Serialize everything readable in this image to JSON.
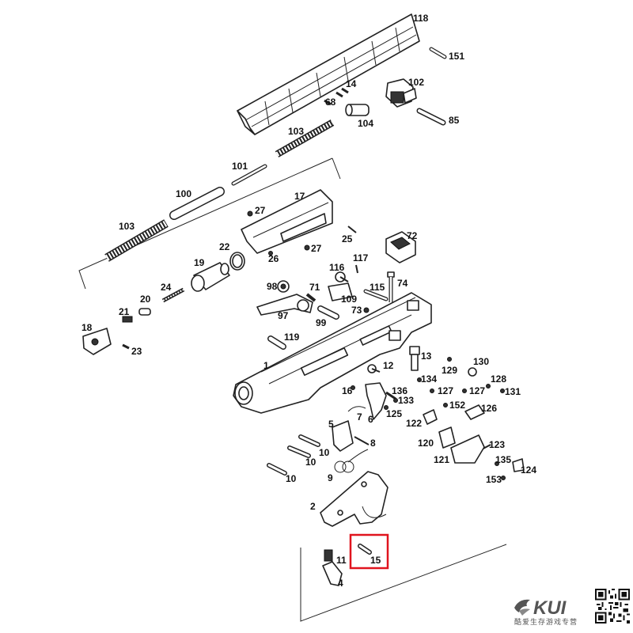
{
  "highlight": {
    "part": "15"
  },
  "brand": {
    "name": "KUI",
    "slogan": "酷爱生存游戏专营"
  },
  "labels": [
    {
      "id": "118",
      "text": "118"
    },
    {
      "id": "151",
      "text": "151"
    },
    {
      "id": "102",
      "text": "102"
    },
    {
      "id": "14",
      "text": "14"
    },
    {
      "id": "68",
      "text": "68"
    },
    {
      "id": "104",
      "text": "104"
    },
    {
      "id": "85",
      "text": "85"
    },
    {
      "id": "103a",
      "text": "103"
    },
    {
      "id": "101",
      "text": "101"
    },
    {
      "id": "100",
      "text": "100"
    },
    {
      "id": "17",
      "text": "17"
    },
    {
      "id": "27a",
      "text": "27"
    },
    {
      "id": "103b",
      "text": "103"
    },
    {
      "id": "72",
      "text": "72"
    },
    {
      "id": "25",
      "text": "25"
    },
    {
      "id": "22",
      "text": "22"
    },
    {
      "id": "27b",
      "text": "27"
    },
    {
      "id": "26",
      "text": "26"
    },
    {
      "id": "19",
      "text": "19"
    },
    {
      "id": "116",
      "text": "116"
    },
    {
      "id": "117",
      "text": "117"
    },
    {
      "id": "24",
      "text": "24"
    },
    {
      "id": "98",
      "text": "98"
    },
    {
      "id": "71",
      "text": "71"
    },
    {
      "id": "115",
      "text": "115"
    },
    {
      "id": "74",
      "text": "74"
    },
    {
      "id": "20",
      "text": "20"
    },
    {
      "id": "109",
      "text": "109"
    },
    {
      "id": "21",
      "text": "21"
    },
    {
      "id": "73",
      "text": "73"
    },
    {
      "id": "97",
      "text": "97"
    },
    {
      "id": "99",
      "text": "99"
    },
    {
      "id": "18",
      "text": "18"
    },
    {
      "id": "23",
      "text": "23"
    },
    {
      "id": "119",
      "text": "119"
    },
    {
      "id": "13",
      "text": "13"
    },
    {
      "id": "1",
      "text": "1"
    },
    {
      "id": "12",
      "text": "12"
    },
    {
      "id": "129",
      "text": "129"
    },
    {
      "id": "130",
      "text": "130"
    },
    {
      "id": "134",
      "text": "134"
    },
    {
      "id": "128",
      "text": "128"
    },
    {
      "id": "16",
      "text": "16"
    },
    {
      "id": "136",
      "text": "136"
    },
    {
      "id": "127a",
      "text": "127"
    },
    {
      "id": "127b",
      "text": "127"
    },
    {
      "id": "131",
      "text": "131"
    },
    {
      "id": "133",
      "text": "133"
    },
    {
      "id": "125",
      "text": "125"
    },
    {
      "id": "152",
      "text": "152"
    },
    {
      "id": "7",
      "text": "7"
    },
    {
      "id": "6",
      "text": "6"
    },
    {
      "id": "126",
      "text": "126"
    },
    {
      "id": "122",
      "text": "122"
    },
    {
      "id": "5",
      "text": "5"
    },
    {
      "id": "120",
      "text": "120"
    },
    {
      "id": "123",
      "text": "123"
    },
    {
      "id": "8",
      "text": "8"
    },
    {
      "id": "10a",
      "text": "10"
    },
    {
      "id": "10b",
      "text": "10"
    },
    {
      "id": "121",
      "text": "121"
    },
    {
      "id": "135",
      "text": "135"
    },
    {
      "id": "124",
      "text": "124"
    },
    {
      "id": "9",
      "text": "9"
    },
    {
      "id": "10c",
      "text": "10"
    },
    {
      "id": "153",
      "text": "153"
    },
    {
      "id": "2",
      "text": "2"
    },
    {
      "id": "11",
      "text": "11"
    },
    {
      "id": "15",
      "text": "15"
    },
    {
      "id": "4",
      "text": "4"
    }
  ]
}
